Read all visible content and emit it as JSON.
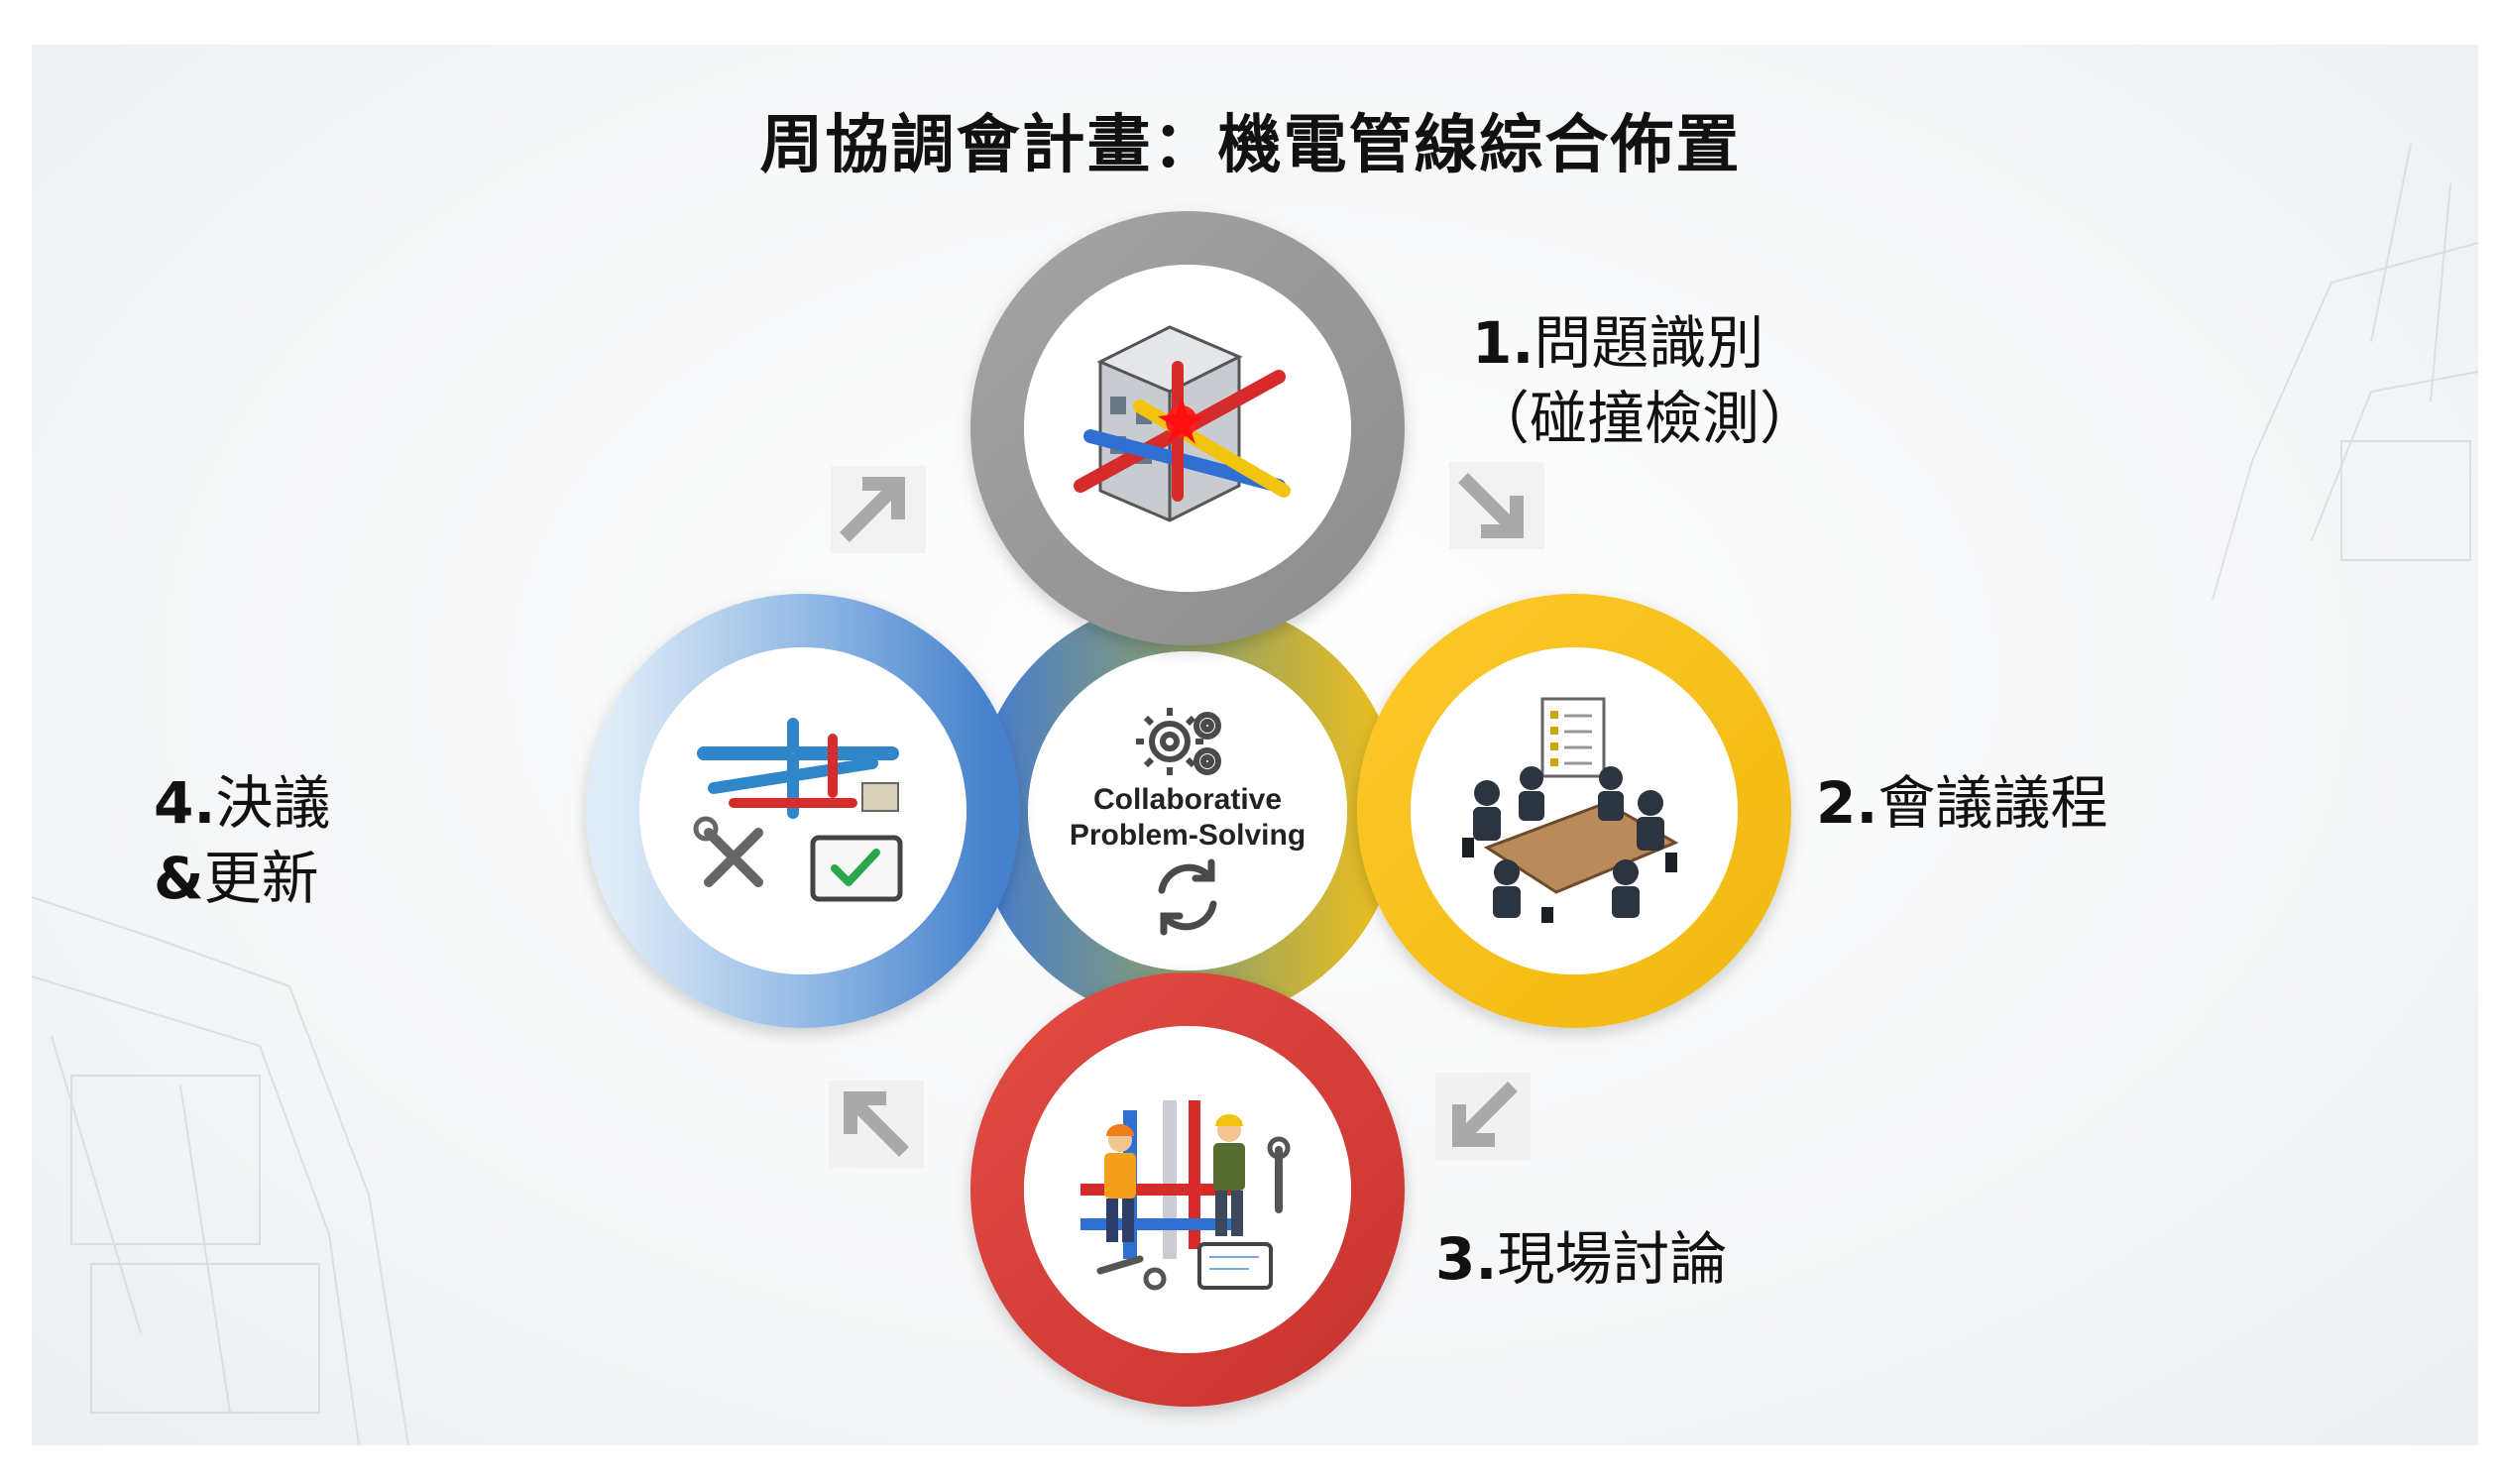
{
  "title": "周協調會計畫：機電管線綜合佈置",
  "center": {
    "line1": "Collaborative",
    "line2": "Problem-Solving",
    "icons": [
      "gears-icon",
      "cycle-arrows-icon"
    ]
  },
  "steps": [
    {
      "num": "1.",
      "label": "問題識別",
      "sub": "（碰撞檢測）",
      "color": "#9e9e9e",
      "icon": "building-clash-icon"
    },
    {
      "num": "2.",
      "label": "會議議程",
      "color": "#f7c117",
      "icon": "meeting-table-icon"
    },
    {
      "num": "3.",
      "label": "現場討論",
      "color": "#d93a36",
      "icon": "site-workers-icon"
    },
    {
      "num": "4.",
      "label": "決議",
      "label2": "&",
      "label3": "更新",
      "color": "#4a86cf",
      "icon": "pipes-tools-icon"
    }
  ],
  "arrows": [
    "arrow-down-right-icon",
    "arrow-down-left-icon",
    "arrow-up-left-icon",
    "arrow-up-right-icon"
  ]
}
